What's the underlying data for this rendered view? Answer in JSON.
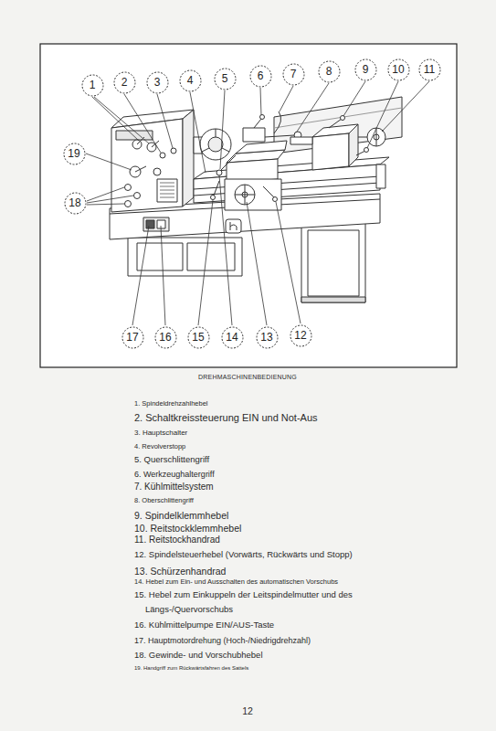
{
  "diagram": {
    "caption": "DREHMASCHINENBEDIENUNG",
    "nodes": [
      {
        "text": [
          "1"
        ]
      },
      {
        "text": [
          "2"
        ]
      },
      {
        "text": [
          "3"
        ]
      },
      {
        "text": [
          "4"
        ]
      },
      {
        "text": [
          "5"
        ]
      },
      {
        "text": [
          "6"
        ]
      },
      {
        "text": [
          "7"
        ]
      },
      {
        "text": [
          "8"
        ]
      },
      {
        "text": [
          "9"
        ]
      },
      {
        "text": [
          "10"
        ]
      },
      {
        "text": [
          "11"
        ]
      },
      {
        "text": [
          "19"
        ]
      },
      {
        "text": [
          "18"
        ]
      },
      {
        "text": [
          "17"
        ]
      },
      {
        "text": [
          "16"
        ]
      },
      {
        "text": [
          "15"
        ]
      },
      {
        "text": [
          "14"
        ]
      },
      {
        "text": [
          "13"
        ]
      },
      {
        "text": [
          "12"
        ]
      }
    ],
    "labels": [
      "1. Spindeldrehzahlhebel",
      "2. Schaltkreissteuerung EIN und Not-Aus",
      "3. Hauptschalter",
      "4. Revolverstopp",
      "5. Querschlittengriff",
      "6. Werkzeughaltergriff",
      "7. Kühlmittelsystem",
      "8. Oberschlittengriff",
      "9. Spindelklemmhebel",
      "10. Reitstockklemmhebel",
      "11. Reitstockhandrad",
      "12. Spindelsteuerhebel (Vorwärts, Rückwärts und Stopp)",
      "13. Schürzenhandrad",
      "14. Hebel zum Ein- und Ausschalten des automatischen Vorschubs",
      "15. Hebel zum Einkuppeln der Leitspindelmutter und des Längs-/Quervorschubs",
      "16. Kühlmittelpumpe EIN/AUS-Taste",
      "17. Hauptmotordrehung (Hoch-/Niedrigdrehzahl)",
      "18. Gewinde- und Vorschubhebel",
      "19. Handgriff zum Rückwärtsfahren des Sattels",
      "12"
    ]
  }
}
